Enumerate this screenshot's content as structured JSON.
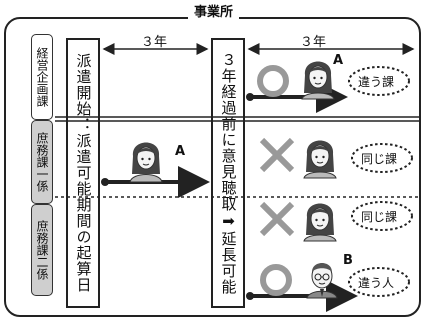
{
  "title": "事業所",
  "durations": {
    "left": "３年",
    "right": "３年"
  },
  "departments": [
    {
      "name": "経営企画課",
      "shade": "white"
    },
    {
      "name": "庶務課一係",
      "shade": "gray"
    },
    {
      "name": "庶務課二係",
      "shade": "gray"
    }
  ],
  "start_box": "派遣開始：派遣可能期間の起算日",
  "check_box": "３年経過前に意見聴取➡延長可能",
  "persons": {
    "a_label": "A",
    "b_label": "B"
  },
  "bubbles": {
    "row1": "違う課",
    "row2": "同じ課",
    "row3": "同じ課",
    "row4": "違う人"
  },
  "marks": {
    "ok": "○",
    "ng": "×"
  },
  "colors": {
    "line": "#222222",
    "gray_arrow": "#555555",
    "mark_gray": "#999999",
    "dept_gray": "#cfcfcf"
  }
}
